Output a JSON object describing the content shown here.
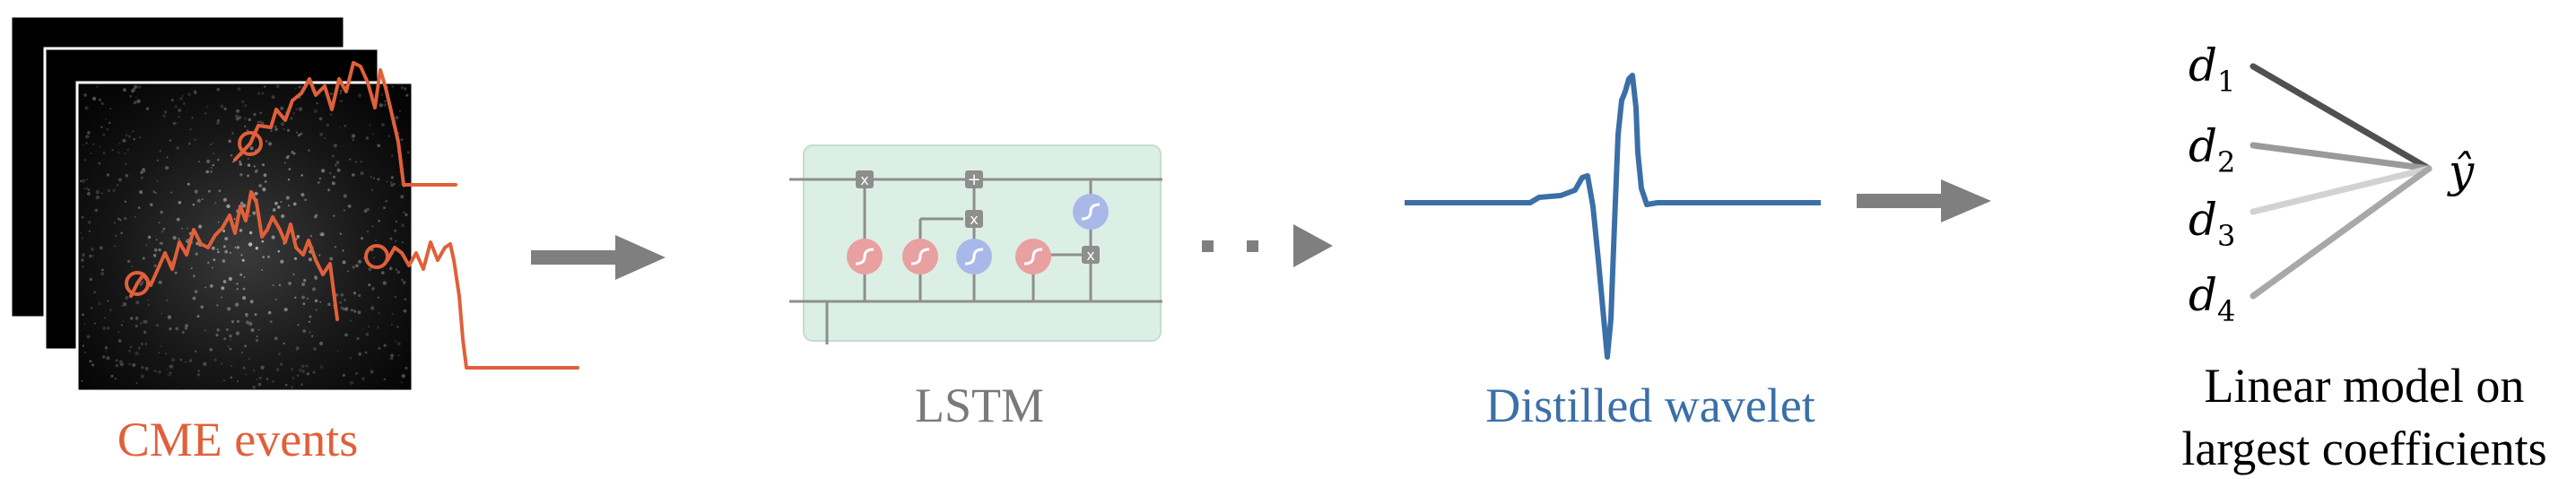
{
  "captions": {
    "cme": "CME events",
    "lstm": "LSTM",
    "wavelet": "Distilled wavelet",
    "linear_line1": "Linear model on",
    "linear_line2": "largest coefficients"
  },
  "lstm_ops": {
    "multiply": "x",
    "add": "+"
  },
  "linear_model": {
    "inputs": [
      {
        "label": "d",
        "sub": "1"
      },
      {
        "label": "d",
        "sub": "2"
      },
      {
        "label": "d",
        "sub": "3"
      },
      {
        "label": "d",
        "sub": "4"
      }
    ],
    "output": "ŷ"
  },
  "colors": {
    "cme": "#e0603a",
    "lstm_text": "#7a7a7a",
    "wavelet": "#3a6fa8",
    "arrow": "#7f7f7f",
    "lstm_box": "#dcefe5",
    "sigmoid": "#e8a0a0",
    "tanh": "#a8b8e8"
  }
}
